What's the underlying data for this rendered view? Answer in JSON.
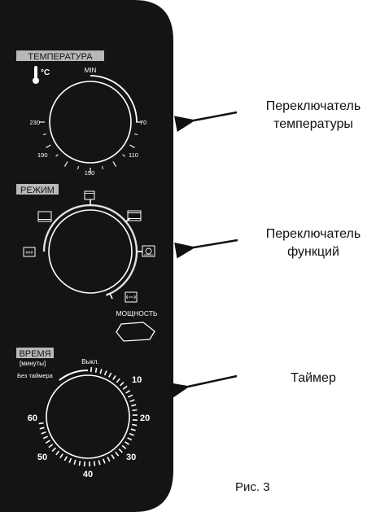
{
  "panel": {
    "temperature": {
      "title": "ТЕМПЕРАТУРА",
      "unit": "°C",
      "scale": [
        "MIN",
        "70",
        "110",
        "150",
        "190",
        "230"
      ]
    },
    "mode": {
      "title": "РЕЖИМ",
      "power_label": "МОЩНОСТЬ"
    },
    "time": {
      "title": "ВРЕМЯ",
      "subtitle": "[минуты]",
      "off_label": "Выкл.",
      "no_timer_label": "Без таймера",
      "scale": [
        "10",
        "20",
        "30",
        "40",
        "50",
        "60"
      ]
    }
  },
  "callouts": [
    {
      "line1": "Переключатель",
      "line2": "температуры"
    },
    {
      "line1": "Переключатель",
      "line2": "функций"
    },
    {
      "line1": "Таймер",
      "line2": ""
    }
  ],
  "figure_caption": "Рис. 3"
}
